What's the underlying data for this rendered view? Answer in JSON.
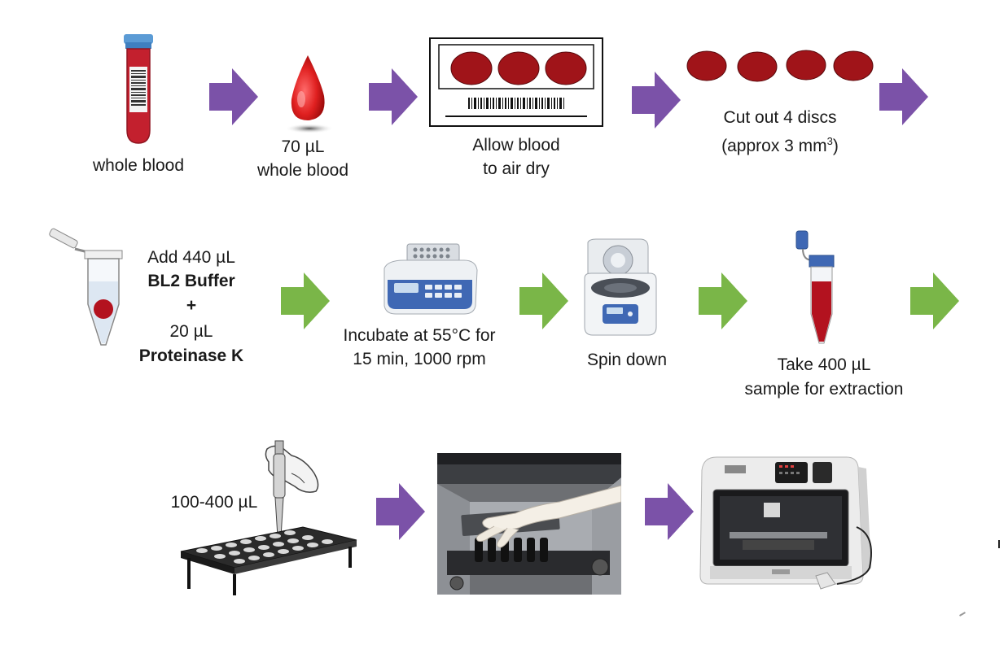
{
  "row1": {
    "step1": {
      "label": "whole blood"
    },
    "step2": {
      "line1": "70 µL",
      "line2": "whole blood"
    },
    "step3": {
      "line1": "Allow blood",
      "line2": "to air dry"
    },
    "step4": {
      "line1": "Cut out 4 discs",
      "line2_base": "(approx 3 mm",
      "line2_sup": "3",
      "line2_end": ")"
    }
  },
  "row2": {
    "step1": {
      "line1": "Add 440 µL",
      "line2": "BL2 Buffer",
      "line3": "+",
      "line4": "20 µL",
      "line5": "Proteinase K"
    },
    "step2": {
      "line1": "Incubate at 55°C for",
      "line2": "15 min, 1000 rpm"
    },
    "step3": {
      "label": "Spin down"
    },
    "step4": {
      "line1": "Take 400 µL",
      "line2": "sample for extraction"
    }
  },
  "row3": {
    "step1": {
      "label": "100-400 µL"
    }
  },
  "colors": {
    "purple_arrow": "#7b52a8",
    "green_arrow": "#7ab648",
    "blood": "#a01419",
    "tube_red": "#b3121f"
  }
}
